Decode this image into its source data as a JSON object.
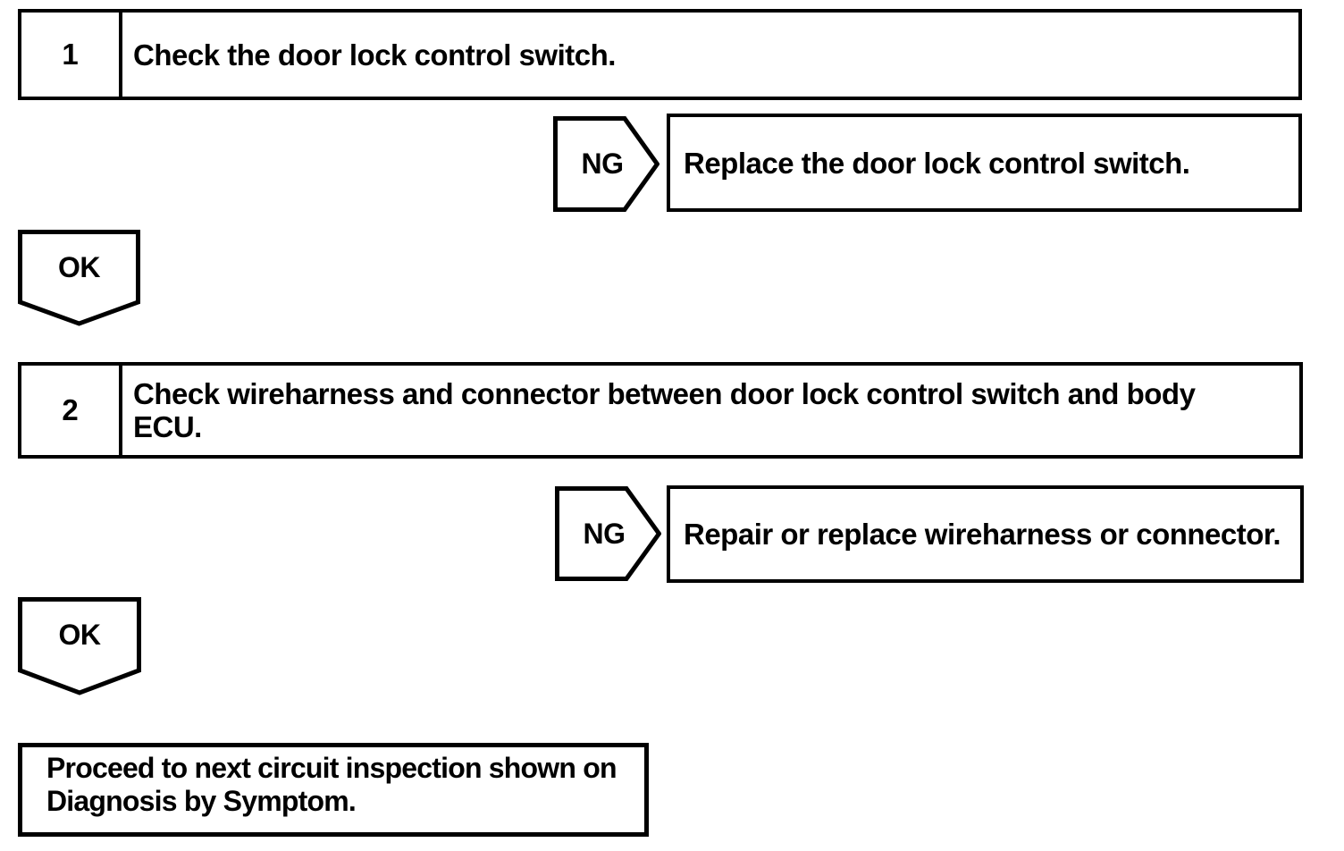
{
  "colors": {
    "ink": "#000000",
    "paper": "#ffffff"
  },
  "steps": [
    {
      "number": "1",
      "instruction_lines": [
        "Check the door lock control switch."
      ],
      "ng": {
        "label": "NG",
        "action_lines": [
          "Replace the door lock control switch."
        ]
      },
      "ok_label": "OK"
    },
    {
      "number": "2",
      "instruction_lines": [
        "Check wireharness and connector between door lock control switch and body",
        "ECU."
      ],
      "ng": {
        "label": "NG",
        "action_lines": [
          "Repair or replace wireharness or connector."
        ]
      },
      "ok_label": "OK"
    }
  ],
  "final": {
    "lines": [
      "Proceed to next circuit inspection shown on",
      "Diagnosis by Symptom."
    ]
  }
}
